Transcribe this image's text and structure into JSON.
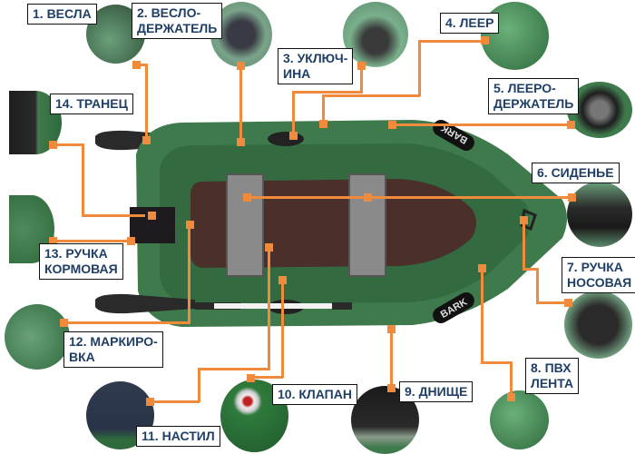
{
  "diagram": {
    "subject": "Inflatable PVC rowing boat",
    "brand_on_hull": "BARK",
    "accent_color": "#f08a3c",
    "label_text_color": "#1f3f66",
    "hull_color": "#3f7a4c",
    "floor_color": "#4a2f2a",
    "seat_color": "#8a8a8a"
  },
  "labels": [
    {
      "id": 1,
      "text": "1. ВЕСЛА"
    },
    {
      "id": 2,
      "text": "2. ВЕСЛО-\nДЕРЖАТЕЛЬ"
    },
    {
      "id": 3,
      "text": "3. УКЛЮЧ-\nИНА"
    },
    {
      "id": 4,
      "text": "4. ЛЕЕР"
    },
    {
      "id": 5,
      "text": "5. ЛЕЕРО-\nДЕРЖАТЕЛЬ"
    },
    {
      "id": 6,
      "text": "6. СИДЕНЬЕ"
    },
    {
      "id": 7,
      "text": "7. РУЧКА\nНОСОВАЯ"
    },
    {
      "id": 8,
      "text": "8. ПВХ\nЛЕНТА"
    },
    {
      "id": 9,
      "text": "9. ДНИЩЕ"
    },
    {
      "id": 10,
      "text": "10. КЛАПАН"
    },
    {
      "id": 11,
      "text": "11. НАСТИЛ"
    },
    {
      "id": 12,
      "text": "12. МАРКИРО-\nВКА"
    },
    {
      "id": 13,
      "text": "13. РУЧКА\nКОРМОВАЯ"
    },
    {
      "id": 14,
      "text": "14. ТРАНЕЦ"
    }
  ]
}
